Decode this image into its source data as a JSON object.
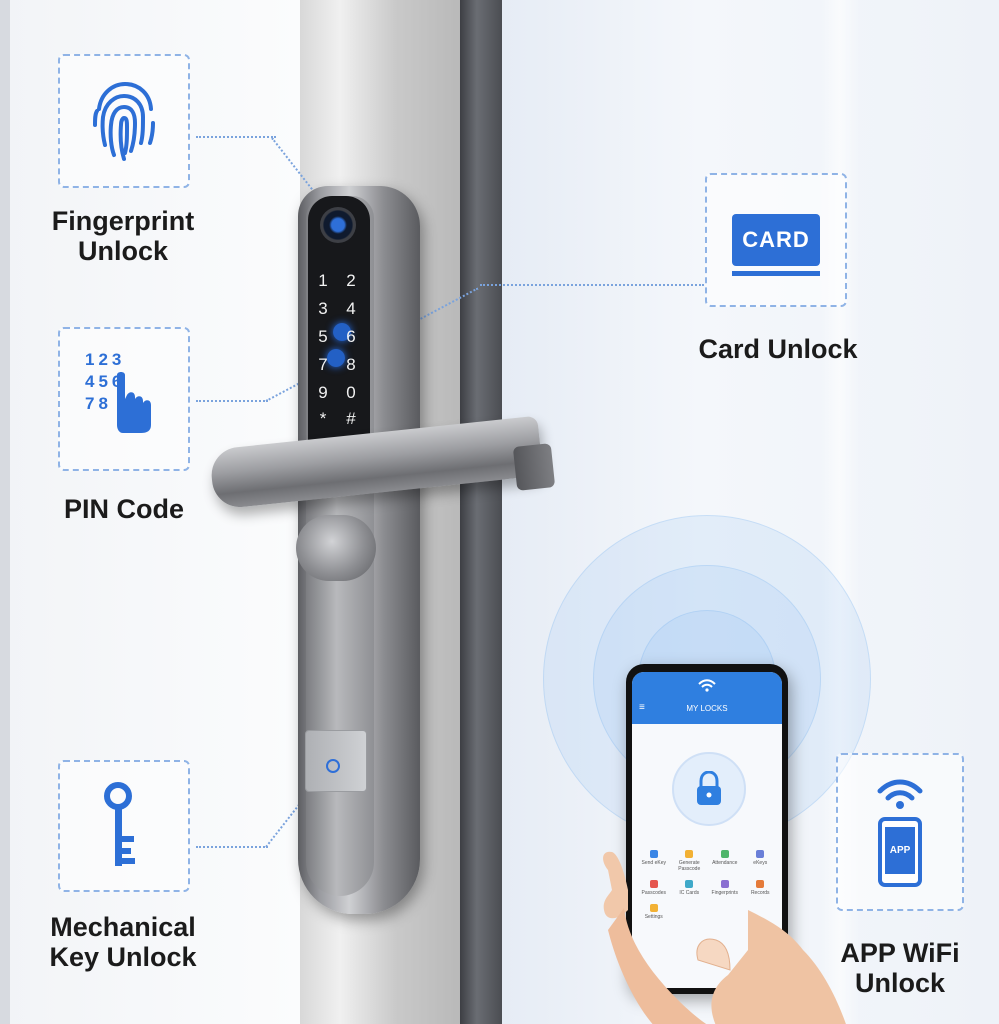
{
  "features": {
    "fingerprint": {
      "label_line1": "Fingerprint",
      "label_line2": "Unlock",
      "icon": "fingerprint-icon"
    },
    "pin": {
      "label": "PIN Code",
      "icon": "keypad-finger-icon",
      "digits_row1": "123",
      "digits_row2": "456",
      "digits_row3": "78"
    },
    "card": {
      "label": "Card Unlock",
      "icon": "card-icon",
      "card_text": "CARD"
    },
    "key": {
      "label_line1": "Mechanical",
      "label_line2": "Key Unlock",
      "icon": "key-icon"
    },
    "app": {
      "label_line1": "APP WiFi",
      "label_line2": "Unlock",
      "icon": "phone-wifi-icon",
      "phone_text": "APP"
    }
  },
  "lock_keypad": {
    "keys": [
      "1",
      "2",
      "3",
      "4",
      "5",
      "6",
      "7",
      "8",
      "9",
      "0",
      "*",
      "#"
    ]
  },
  "phone_app": {
    "title": "MY LOCKS",
    "menu_icon": "≡",
    "grid_items": [
      "Send eKey",
      "Generate Passcode",
      "Attendance",
      "eKeys",
      "Passcodes",
      "IC Cards",
      "Fingerprints",
      "Records",
      "Settings"
    ]
  },
  "colors": {
    "accent_blue": "#2d6fd6",
    "app_header": "#2f7fe0",
    "dashed_border": "#8fb3e6"
  }
}
